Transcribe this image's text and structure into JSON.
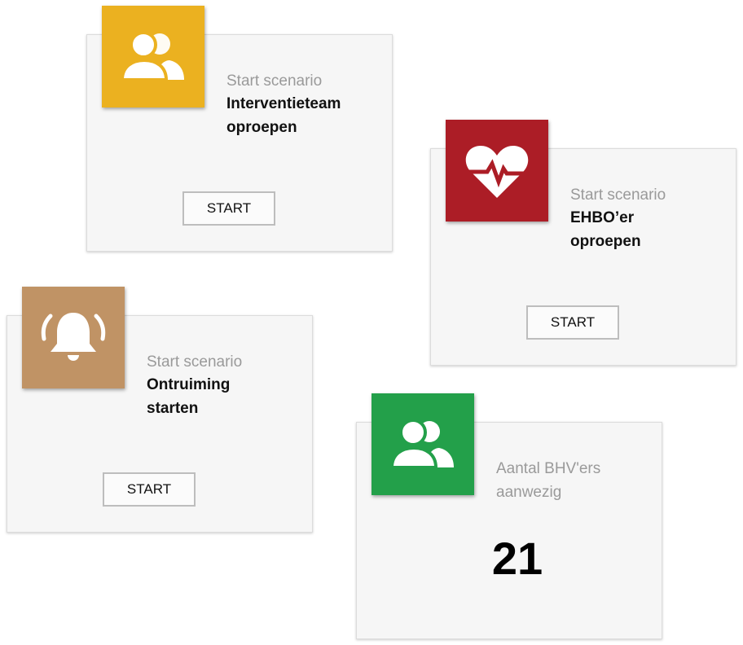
{
  "cards": [
    {
      "label": "Start scenario",
      "title_1": "Interventieteam",
      "title_2": "oproepen",
      "button": "START",
      "icon": "people-icon",
      "color": "#ebb120"
    },
    {
      "label": "Start scenario",
      "title_1": "EHBO’er",
      "title_2": "oproepen",
      "button": "START",
      "icon": "heart-pulse-icon",
      "color": "#ac1d26"
    },
    {
      "label": "Start scenario",
      "title_1": "Ontruiming",
      "title_2": "starten",
      "button": "START",
      "icon": "bell-icon",
      "color": "#c09365"
    },
    {
      "label_1": "Aantal BHV'ers",
      "label_2": "aanwezig",
      "count": "21",
      "icon": "people-icon",
      "color": "#23a04a"
    }
  ]
}
